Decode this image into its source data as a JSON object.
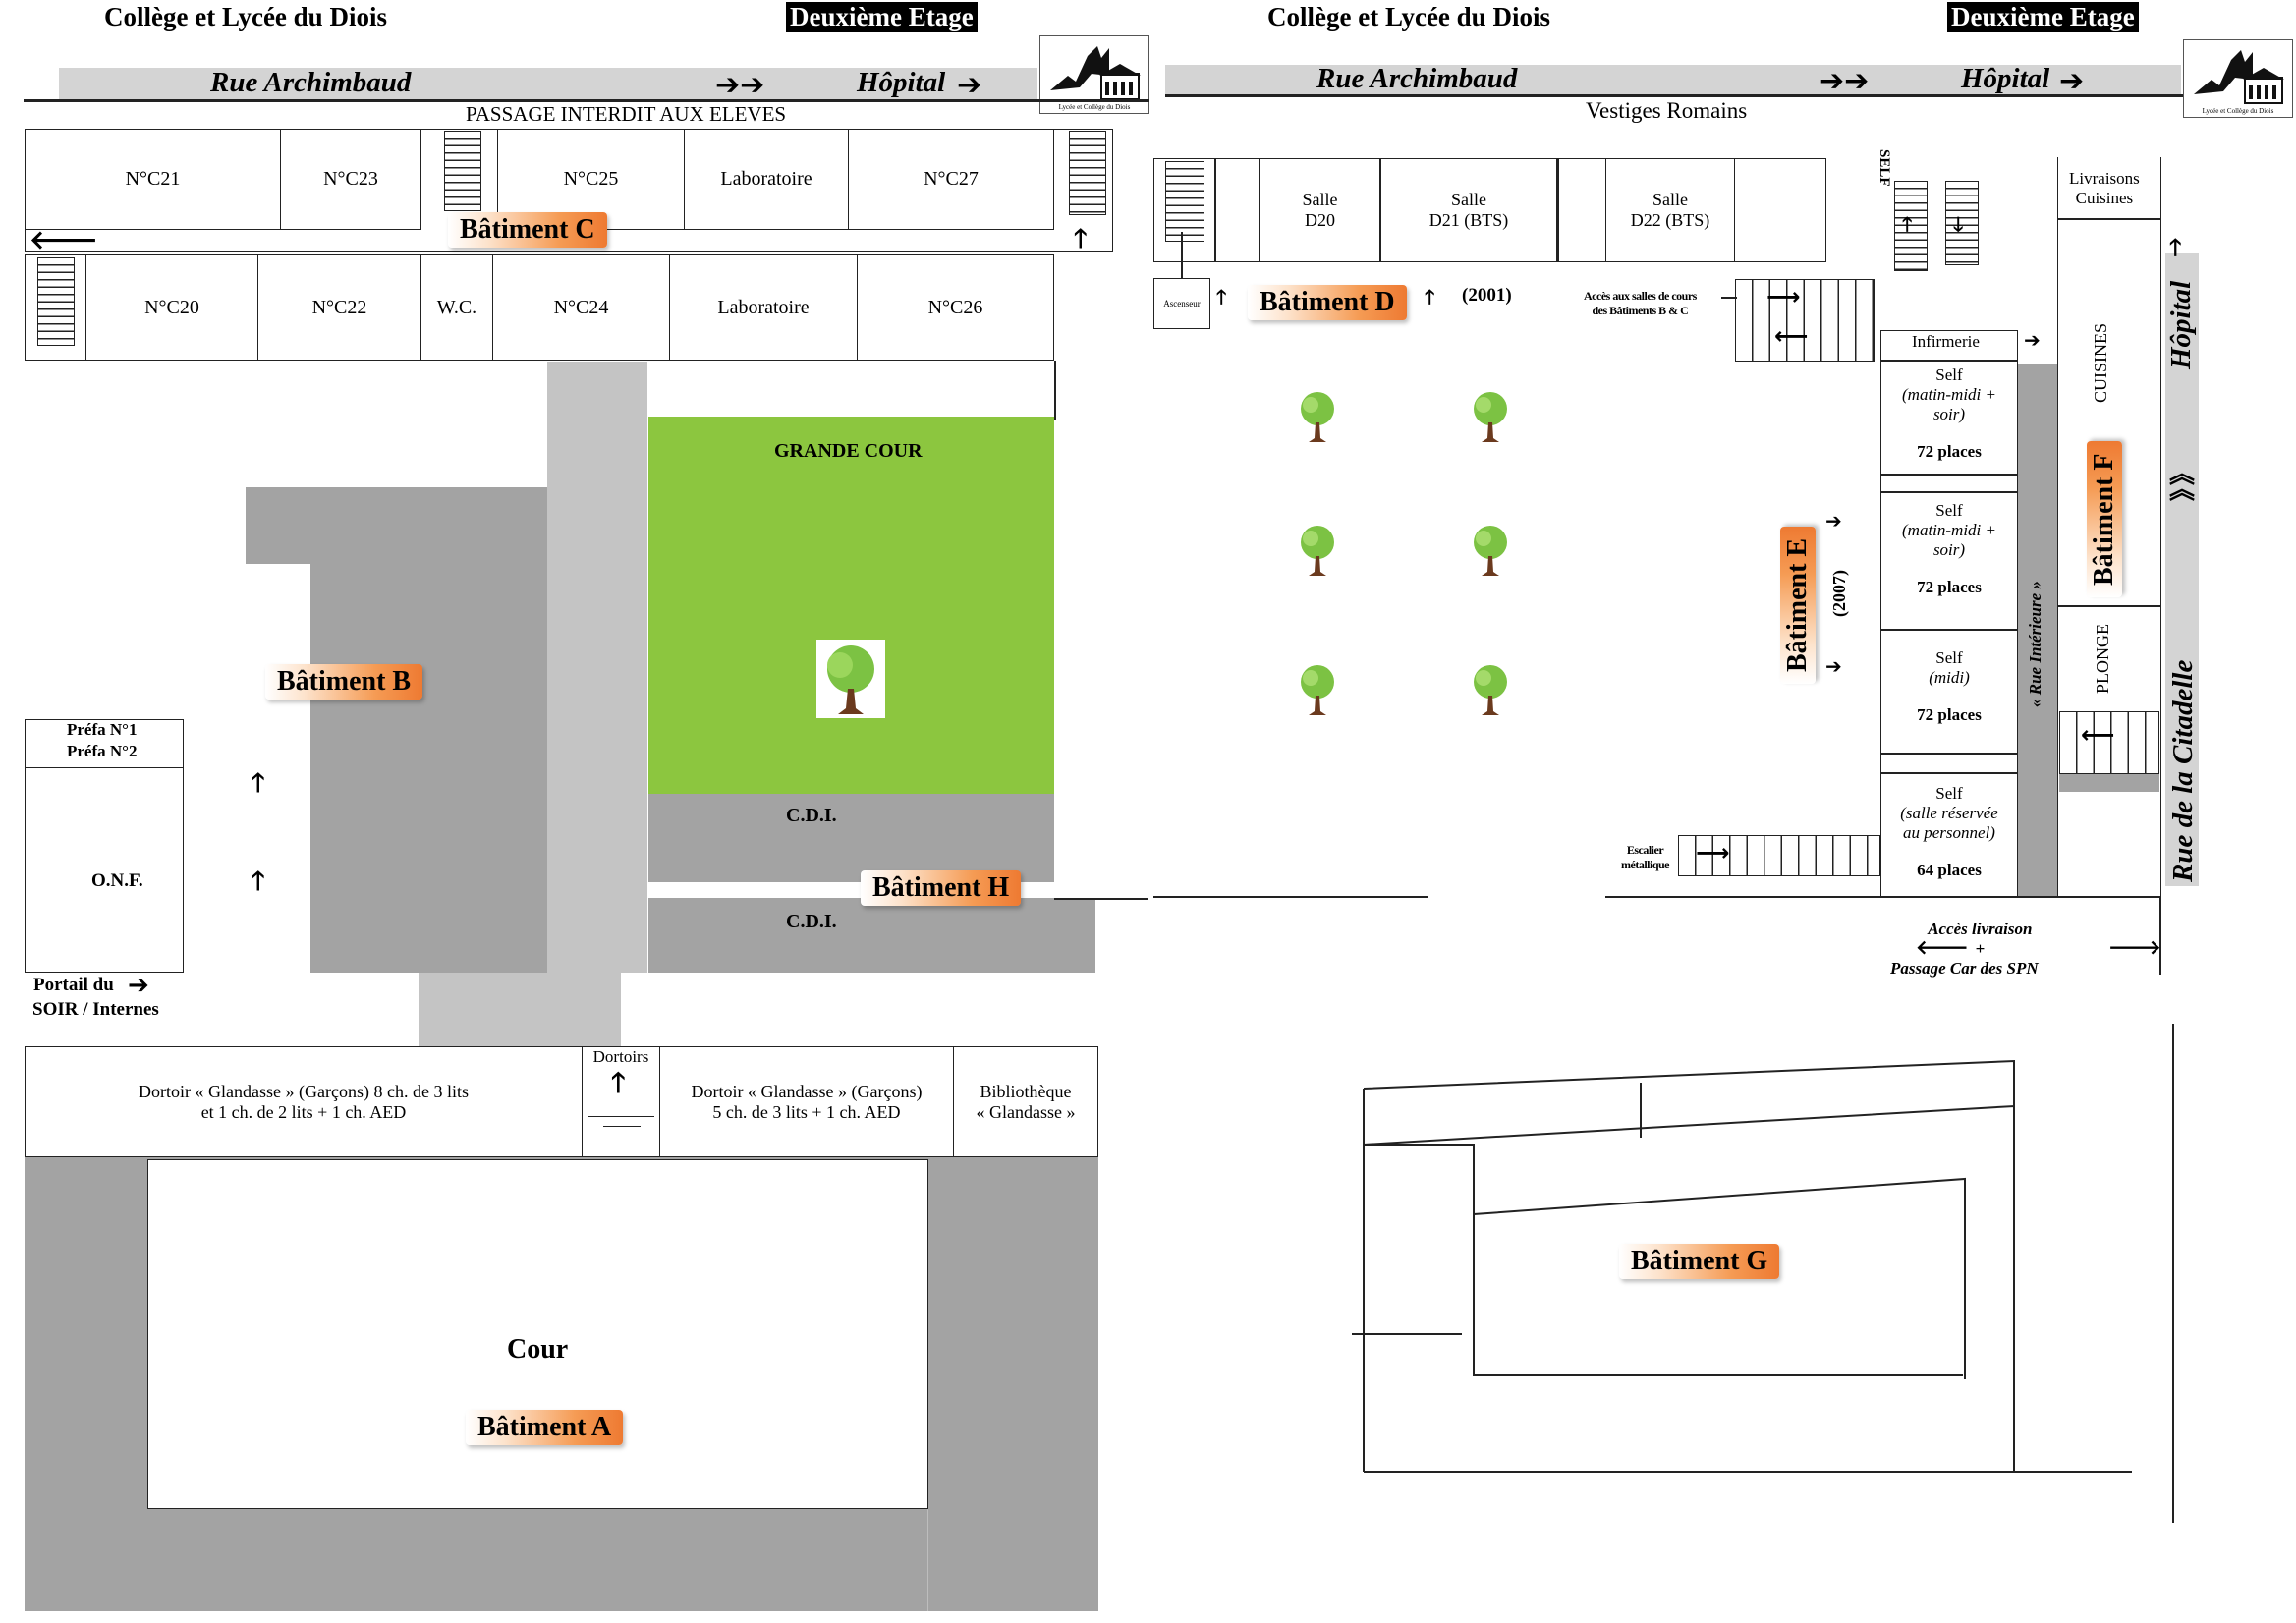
{
  "left": {
    "title": "Collège et Lycée du Diois",
    "floor": "Deuxième Etage",
    "street": "Rue Archimbaud",
    "hospital": "Hôpital",
    "no_students": "PASSAGE INTERDIT AUX ELEVES",
    "rooms_top": [
      "N°C21",
      "N°C23",
      "N°C25",
      "Laboratoire",
      "N°C27"
    ],
    "rooms_bottom": [
      "N°C20",
      "N°C22",
      "W.C.",
      "N°C24",
      "Laboratoire",
      "N°C26"
    ],
    "grande_cour": "GRANDE COUR",
    "cdi_1": "C.D.I.",
    "cdi_2": "C.D.I.",
    "prefa_1": "Préfa N°1",
    "prefa_2": "Préfa N°2",
    "onf": "O.N.F.",
    "portail_1": "Portail du",
    "portail_2": "SOIR / Internes",
    "dortoirs": "Dortoirs",
    "dortoir_g_1": "Dortoir « Glandasse » (Garçons) 8 ch. de 3 lits",
    "dortoir_g_2": "et 1 ch. de 2 lits + 1 ch. AED",
    "dortoir_d_1": "Dortoir « Glandasse » (Garçons)",
    "dortoir_d_2": "5 ch. de 3 lits + 1 ch. AED",
    "biblio_1": "Bibliothèque",
    "biblio_2": "« Glandasse »",
    "cour": "Cour",
    "bat_c": "Bâtiment  C",
    "bat_b": "Bâtiment  B",
    "bat_h": "Bâtiment  H",
    "bat_a": "Bâtiment  A"
  },
  "right": {
    "title": "Collège et Lycée du Diois",
    "floor": "Deuxième Etage",
    "street": "Rue Archimbaud",
    "hospital": "Hôpital",
    "vestiges": "Vestiges Romains",
    "salle_d20_1": "Salle",
    "salle_d20_2": "D20",
    "salle_d21_1": "Salle",
    "salle_d21_2": "D21 (BTS)",
    "salle_d22_1": "Salle",
    "salle_d22_2": "D22 (BTS)",
    "ascenseur": "Ascenseur",
    "bat_d": "Bâtiment  D",
    "year_d": "(2001)",
    "acces_1": "Accès aux salles de cours",
    "acces_2": "des Bâtiments B & C",
    "self_stair": "SELF",
    "livraisons_1": "Livraisons",
    "livraisons_2": "Cuisines",
    "infirmerie": "Infirmerie",
    "self1_1": "Self",
    "self1_2": "(matin-midi +",
    "self1_3": "soir)",
    "self1_places": "72 places",
    "self2_1": "Self",
    "self2_2": "(matin-midi +",
    "self2_3": "soir)",
    "self2_places": "72 places",
    "self3_1": "Self",
    "self3_2": "(midi)",
    "self3_places": "72 places",
    "self4_1": "Self",
    "self4_2": "(salle réservée",
    "self4_3": "au personnel)",
    "self4_places": "64 places",
    "cuisines": "CUISINES",
    "plonge": "PLONGE",
    "rue_interieure": "« Rue Intérieure »",
    "bat_e": "Bâtiment  E",
    "year_e": "(2007)",
    "bat_f": "Bâtiment  F",
    "hopital_v": "Hôpital",
    "rue_citadelle": "Rue de la Citadelle",
    "escalier_1": "Escalier",
    "escalier_2": "métallique",
    "acces_liv_1": "Accès livraison",
    "acces_liv_2": "+",
    "acces_liv_3": "Passage Car des SPN",
    "bat_g": "Bâtiment  G"
  },
  "colors": {
    "grande_cour": "#8cc63f",
    "building_gray": "#a3a3a3",
    "road_gray": "#d4d4d4",
    "label_orange": "#ee7a32"
  },
  "icons": [
    "arrow-right-icon",
    "arrow-up-icon",
    "arrow-left-icon",
    "arrow-down-icon",
    "tree-icon",
    "stair-icon",
    "school-logo-icon"
  ]
}
